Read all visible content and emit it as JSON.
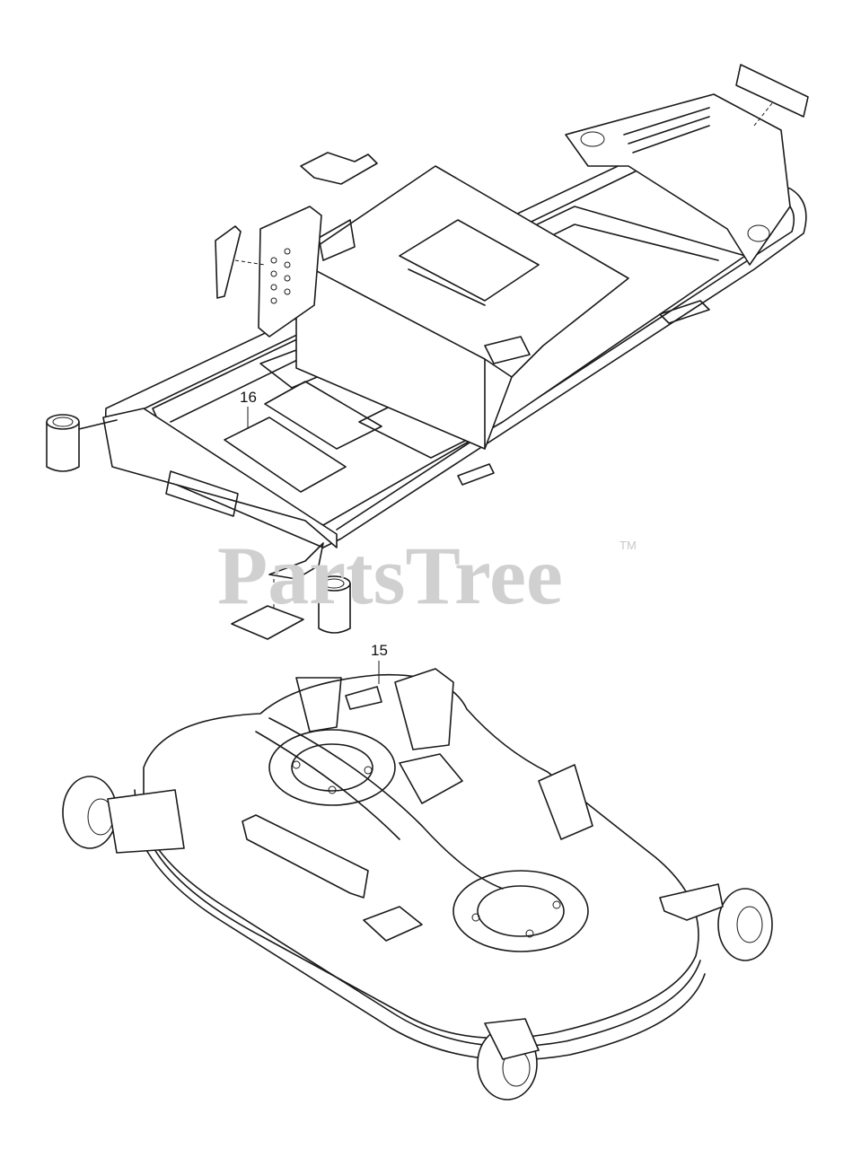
{
  "watermark": {
    "text": "PartsTree",
    "trademark": "TM",
    "color": "#d0d0d0"
  },
  "callouts": [
    {
      "id": "16",
      "label": "16"
    },
    {
      "id": "15",
      "label": "15"
    }
  ],
  "colors": {
    "line": "#1a1a1a",
    "background": "#ffffff"
  }
}
